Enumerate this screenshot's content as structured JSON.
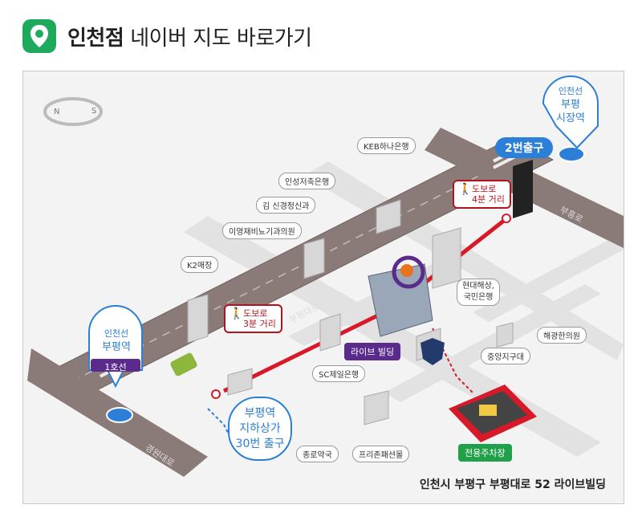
{
  "header": {
    "branch": "인천점",
    "subtitle": "네이버 지도 바로가기",
    "icon": "map-pin-icon",
    "accent": "#1daa5c"
  },
  "map": {
    "address": "인천시 부평구 부평대로 52 라이브빌딩",
    "compass": {
      "n": "N",
      "s": "S"
    },
    "roads": {
      "main": "부평대로",
      "cross_left": "경원대로",
      "cross_right": "부흥로",
      "cross_mid": "부평대로"
    },
    "station_left": {
      "line": "인천선",
      "name": "부평역",
      "line1": "1호선"
    },
    "station_right": {
      "line": "인천선",
      "name1": "부평",
      "name2": "시장역"
    },
    "exit_2": "2번출구",
    "underpass": {
      "l1": "부평역",
      "l2": "지하상가",
      "l3": "30번 출구"
    },
    "walk_3": {
      "l1": "도보로",
      "l2": "3분 거리"
    },
    "walk_4": {
      "l1": "도보로",
      "l2": "4분 거리"
    },
    "target_building": "라이브 빌딩",
    "parking": "전용주차장",
    "landmarks": {
      "keb": "KEB하나은행",
      "insung": "인성저축은행",
      "kim": "김 신경정신과",
      "lee": "이영재비뇨기과의원",
      "k2": "K2매장",
      "hyundai1": "현대해상,",
      "hyundai2": "국민은행",
      "haegwang": "해광한의원",
      "police": "중앙지구대",
      "sc": "SC제일은행",
      "jongro": "종로약국",
      "fries": "프리존패션몰"
    },
    "colors": {
      "road": "#8a7a78",
      "route": "#d8192a",
      "station": "#2b7fd6",
      "target": "#5a2a8c",
      "parking": "#21a04a"
    }
  }
}
